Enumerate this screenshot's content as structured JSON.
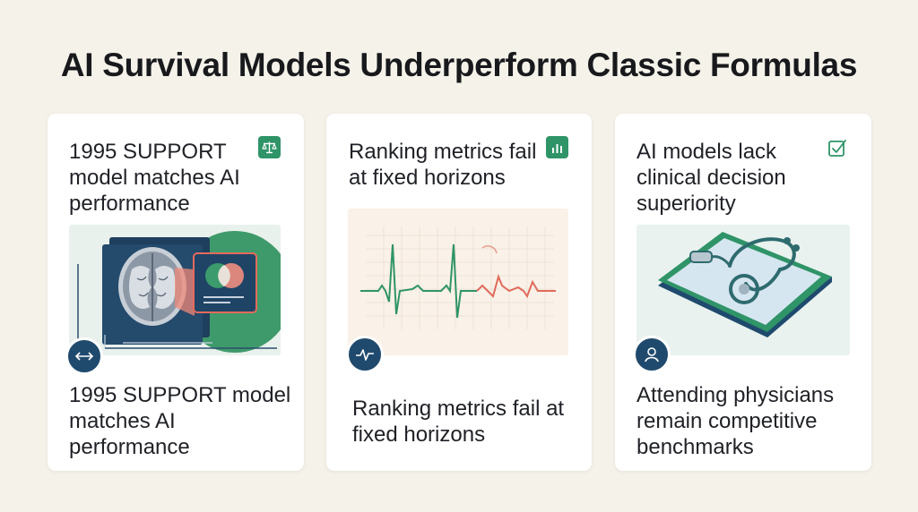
{
  "title": "AI Survival Models Underperform Classic Formulas",
  "colors": {
    "background": "#f5f2ea",
    "card": "#ffffff",
    "accent_green": "#2f9468",
    "accent_navy": "#1f4a6e",
    "alert_red": "#e06a5a"
  },
  "cards": [
    {
      "heading": "1995 SUPPORT model matches AI performance",
      "tag_icon": "balance-scale-icon",
      "badge_icon": "double-arrow-icon",
      "body": "1995 SUPPORT model matches AI performance"
    },
    {
      "heading": "Ranking metrics fail at fixed horizons",
      "tag_icon": "bar-chart-icon",
      "badge_icon": "pulse-icon",
      "body": "Ranking metrics fail at fixed horizons"
    },
    {
      "heading": "AI models lack clinical decision superiority",
      "tag_icon": "checkbox-icon",
      "badge_icon": "user-icon",
      "body": "Attending physicians remain competitive benchmarks"
    }
  ]
}
